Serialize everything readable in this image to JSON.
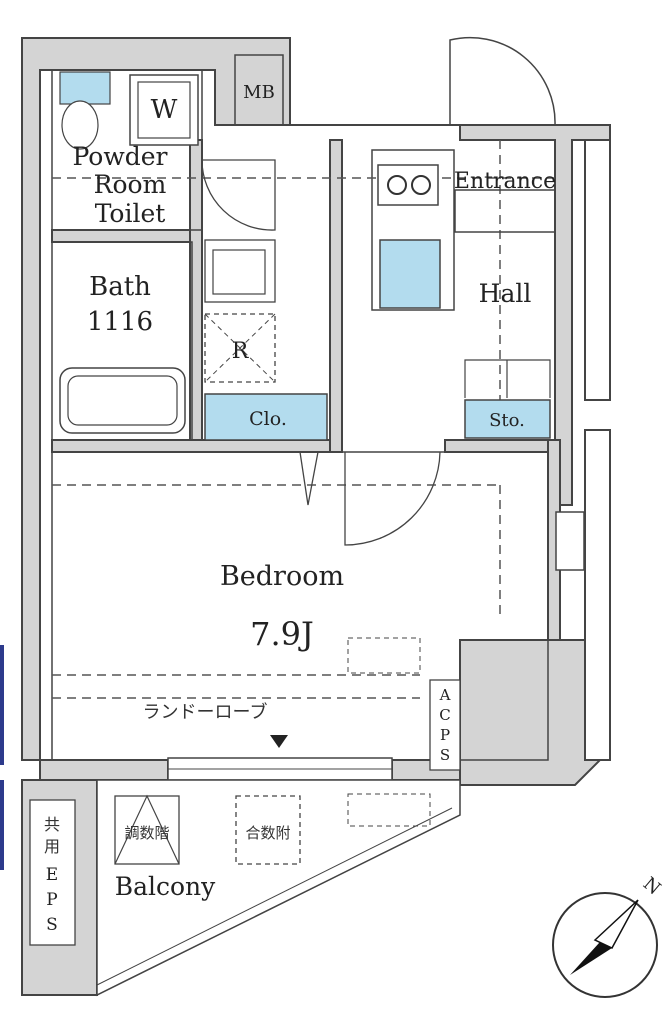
{
  "rooms": {
    "powder": [
      "Powder",
      "Room",
      "Toilet"
    ],
    "washer": "W",
    "meter_box": "MB",
    "entrance": "Entrance",
    "hall": "Hall",
    "bath": [
      "Bath",
      "1116"
    ],
    "refrigerator": "R",
    "closet": "Clo.",
    "storage": "Sto.",
    "bedroom": "Bedroom",
    "bedroom_size": "7.9J",
    "laundry_pipe": "ランドーローブ",
    "acps": [
      "A",
      "C",
      "P",
      "S"
    ],
    "balcony": "Balcony",
    "evac_down": "調数階",
    "evac_up": "合数附",
    "shared_eps": [
      "共",
      "用",
      "E",
      "P",
      "S"
    ]
  },
  "compass": {
    "north_label": "N"
  },
  "colors": {
    "wall": "#d4d4d4",
    "line": "#444444",
    "fixture_blue": "#b3dcee",
    "accent_left": "#2d3a8c"
  }
}
